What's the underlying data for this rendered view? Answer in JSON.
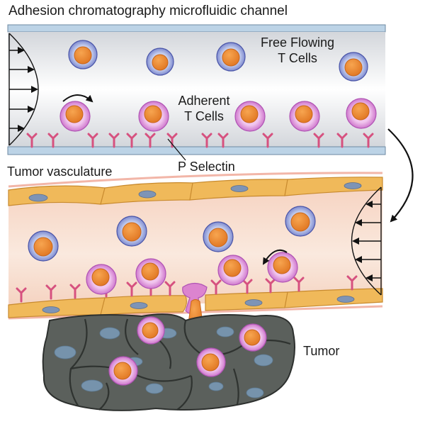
{
  "title": "Adhesion chromatography microfluidic channel",
  "labels": {
    "free_flowing": [
      "Free Flowing",
      "T Cells"
    ],
    "adherent": [
      "Adherent",
      "T Cells"
    ],
    "selectin": "P Selectin",
    "vasculature": "Tumor vasculature",
    "tumor": "Tumor"
  },
  "colors": {
    "channel_wall": "#bcd3e6",
    "channel_gradient_edge": "#d0d3d9",
    "free_cell_rim": "#5a62b0",
    "adherent_cell_rim": "#c466c8",
    "nucleus": "#ef8a2c",
    "selectin": "#e0648c",
    "endothelium": "#f0b95a",
    "endothelial_nucleus": "#7e94b6",
    "vessel_lumen_top": "#f7e0d3",
    "tumor_tissue": "#5c615d",
    "tumor_cell_nucleus": "#7c9dbb"
  },
  "icons": [
    "flow-arrow-icon",
    "rolling-arrow-icon",
    "transfer-arrow-icon"
  ]
}
